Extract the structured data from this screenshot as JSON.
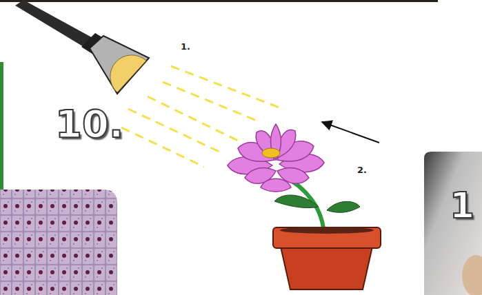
{
  "diagram": {
    "labels": [
      "1.",
      "10.",
      "2.",
      "1"
    ]
  }
}
